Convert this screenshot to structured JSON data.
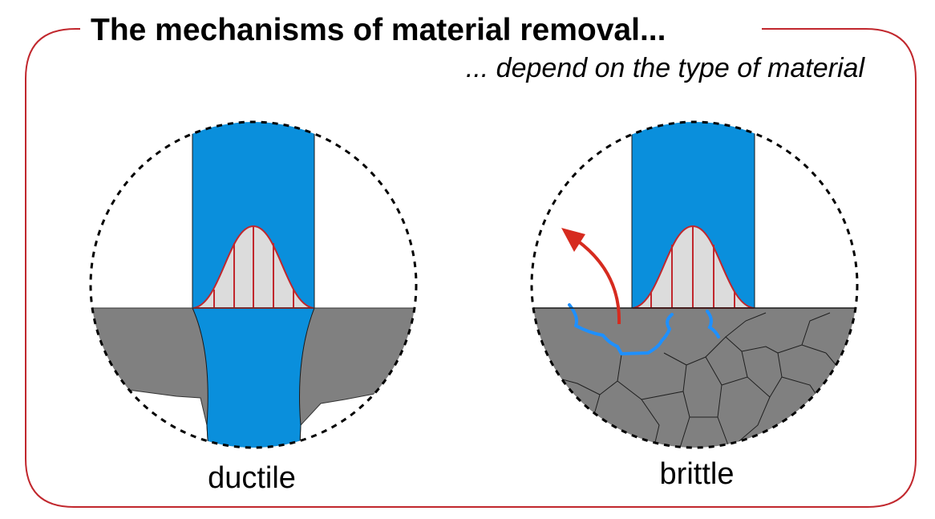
{
  "title": "The mechanisms of material removal...",
  "subtitle": "... depend on the type of material",
  "panels": [
    {
      "label": "ductile"
    },
    {
      "label": "brittle"
    }
  ],
  "colors": {
    "frame": "#c1272d",
    "tool": "#0a8fdc",
    "material": "#808080",
    "crack": "#1e90ff",
    "arrow": "#d62b1f",
    "pressure_fill": "#dcdcdc",
    "pressure_line": "#c1272d"
  }
}
